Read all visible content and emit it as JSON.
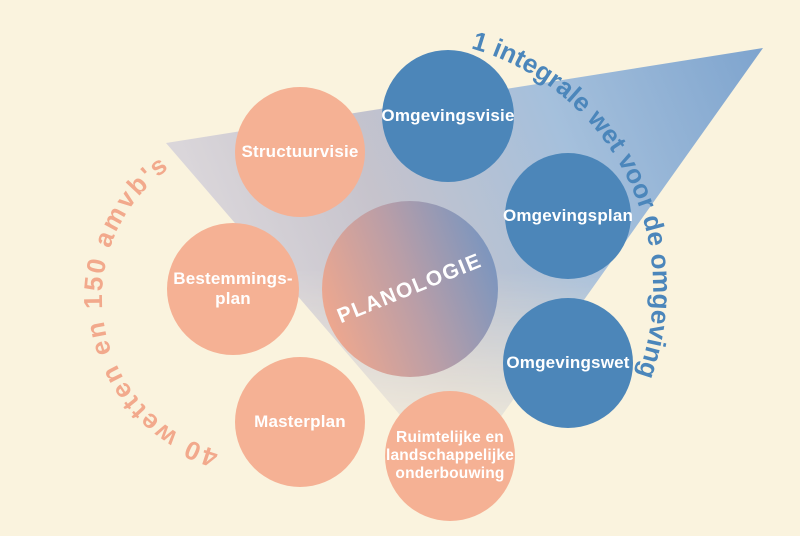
{
  "diagram": {
    "center_circle": {
      "label": "PLANOLOGIE",
      "gradient_from": "#F1A88D",
      "gradient_to": "#6F94C3"
    },
    "circles": {
      "structuurvisie": {
        "label": "Structuurvisie",
        "color": "#F5B194",
        "group": "old-instruments"
      },
      "omgevingsvisie": {
        "label": "Omgevingsvisie",
        "color": "#4C86B9",
        "group": "new-instruments"
      },
      "omgevingsplan": {
        "label": "Omgevingsplan",
        "color": "#4C86B9",
        "group": "new-instruments"
      },
      "omgevingswet": {
        "label": "Omgevingswet",
        "color": "#4C86B9",
        "group": "new-instruments"
      },
      "bestemmingsplan": {
        "lines": [
          "Bestemmings-",
          "plan"
        ],
        "color": "#F5B194",
        "group": "old-instruments"
      },
      "masterplan": {
        "label": "Masterplan",
        "color": "#F5B194",
        "group": "old-instruments"
      },
      "ruimtelijke": {
        "lines": [
          "Ruimtelijke en",
          "landschappelijke",
          "onderbouwing"
        ],
        "color": "#F5B194",
        "group": "old-instruments"
      }
    },
    "curved_texts": {
      "left": {
        "text": "40 wetten en 150 amvb's",
        "color": "#F2A98C"
      },
      "right": {
        "text": "1 integrale wet voor de omgeving",
        "color": "#4B86BB"
      }
    },
    "colors": {
      "background": "#FAF3DE",
      "orange_circle": "#F5B194",
      "blue_circle": "#4C86B9",
      "triangle_blue": "#7EA4CE",
      "triangle_gray": "#DAD6DA",
      "label_text": "#FFFFFF"
    }
  }
}
